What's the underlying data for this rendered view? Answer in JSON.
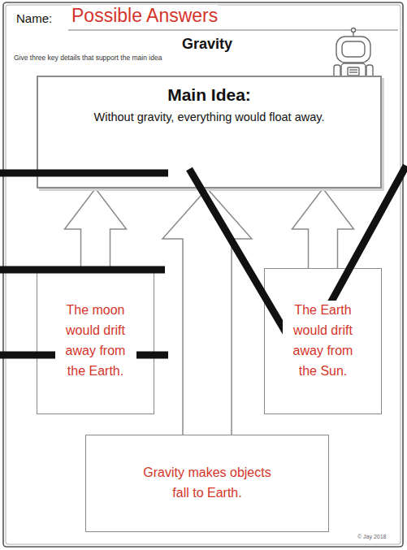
{
  "diagram": {
    "title": "Gravity",
    "nodes": [
      {
        "text": [
          "Main Idea:",
          "Without gravity, everything would float away."
        ]
      },
      {
        "text": [
          "The moon would drift away from the Earth."
        ]
      },
      {
        "text": [
          "The Earth would drift away from the Sun."
        ]
      },
      {
        "text": [
          "Gravity makes objects fall to Earth."
        ]
      }
    ],
    "edges": [
      {
        "from": 1,
        "to": 0,
        "arrow": "to"
      },
      {
        "from": 3,
        "to": 0,
        "arrow": "to"
      },
      {
        "from": 2,
        "to": 0,
        "arrow": "to"
      }
    ],
    "labels": [
      "Name:",
      "Possible Answers",
      "Give three key details that support the main idea",
      "© Jay 2018"
    ]
  }
}
